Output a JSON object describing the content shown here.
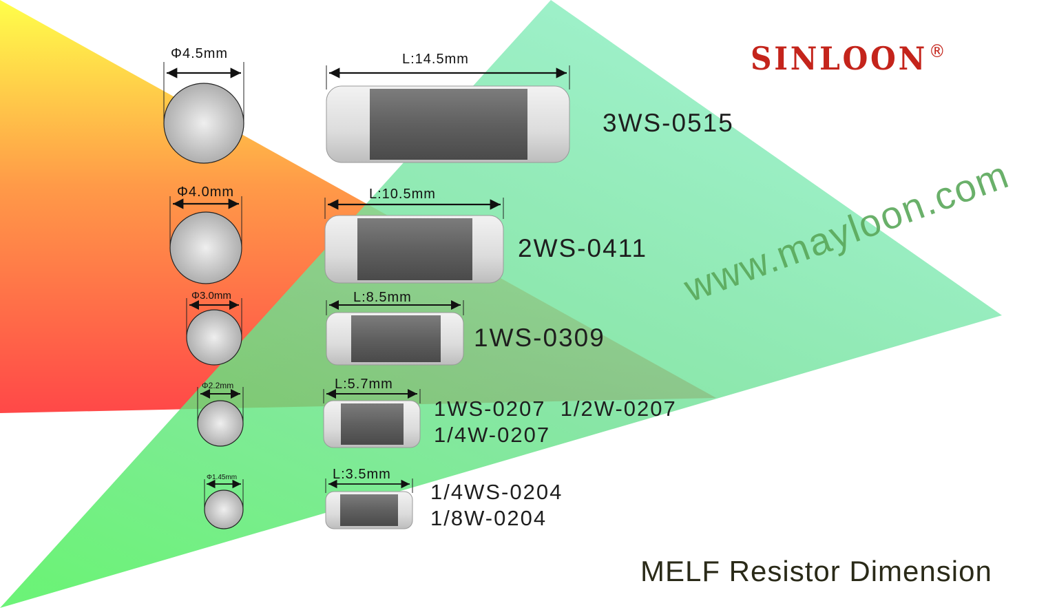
{
  "brand": {
    "name": "SINLOON",
    "mark": "®",
    "color": "#c4241b"
  },
  "watermark": "www.mayloon.com",
  "title": "MELF Resistor Dimension",
  "colors": {
    "warm_top": "#ffff4a",
    "warm_mid": "#ff9a48",
    "warm_bottom": "#ff4848",
    "green_light": "#8ff0c8",
    "green_dark": "#4cf05a",
    "resistor_body": "#6a6a6a",
    "resistor_cap": "#e2e2e2",
    "end_view": "#c8c8c8"
  },
  "resistors": [
    {
      "diameter_label": "Φ4.5mm",
      "length_label": "L:14.5mm",
      "models": [
        "3WS-0515"
      ]
    },
    {
      "diameter_label": "Φ4.0mm",
      "length_label": "L:10.5mm",
      "models": [
        "2WS-0411"
      ]
    },
    {
      "diameter_label": "Φ3.0mm",
      "length_label": "L:8.5mm",
      "models": [
        "1WS-0309"
      ]
    },
    {
      "diameter_label": "Φ2.2mm",
      "length_label": "L:5.7mm",
      "models": [
        "1WS-0207  1/2W-0207",
        "1/4W-0207"
      ]
    },
    {
      "diameter_label": "Φ1.45mm",
      "length_label": "L:3.5mm",
      "models": [
        "1/4WS-0204",
        "1/8W-0204"
      ]
    }
  ]
}
